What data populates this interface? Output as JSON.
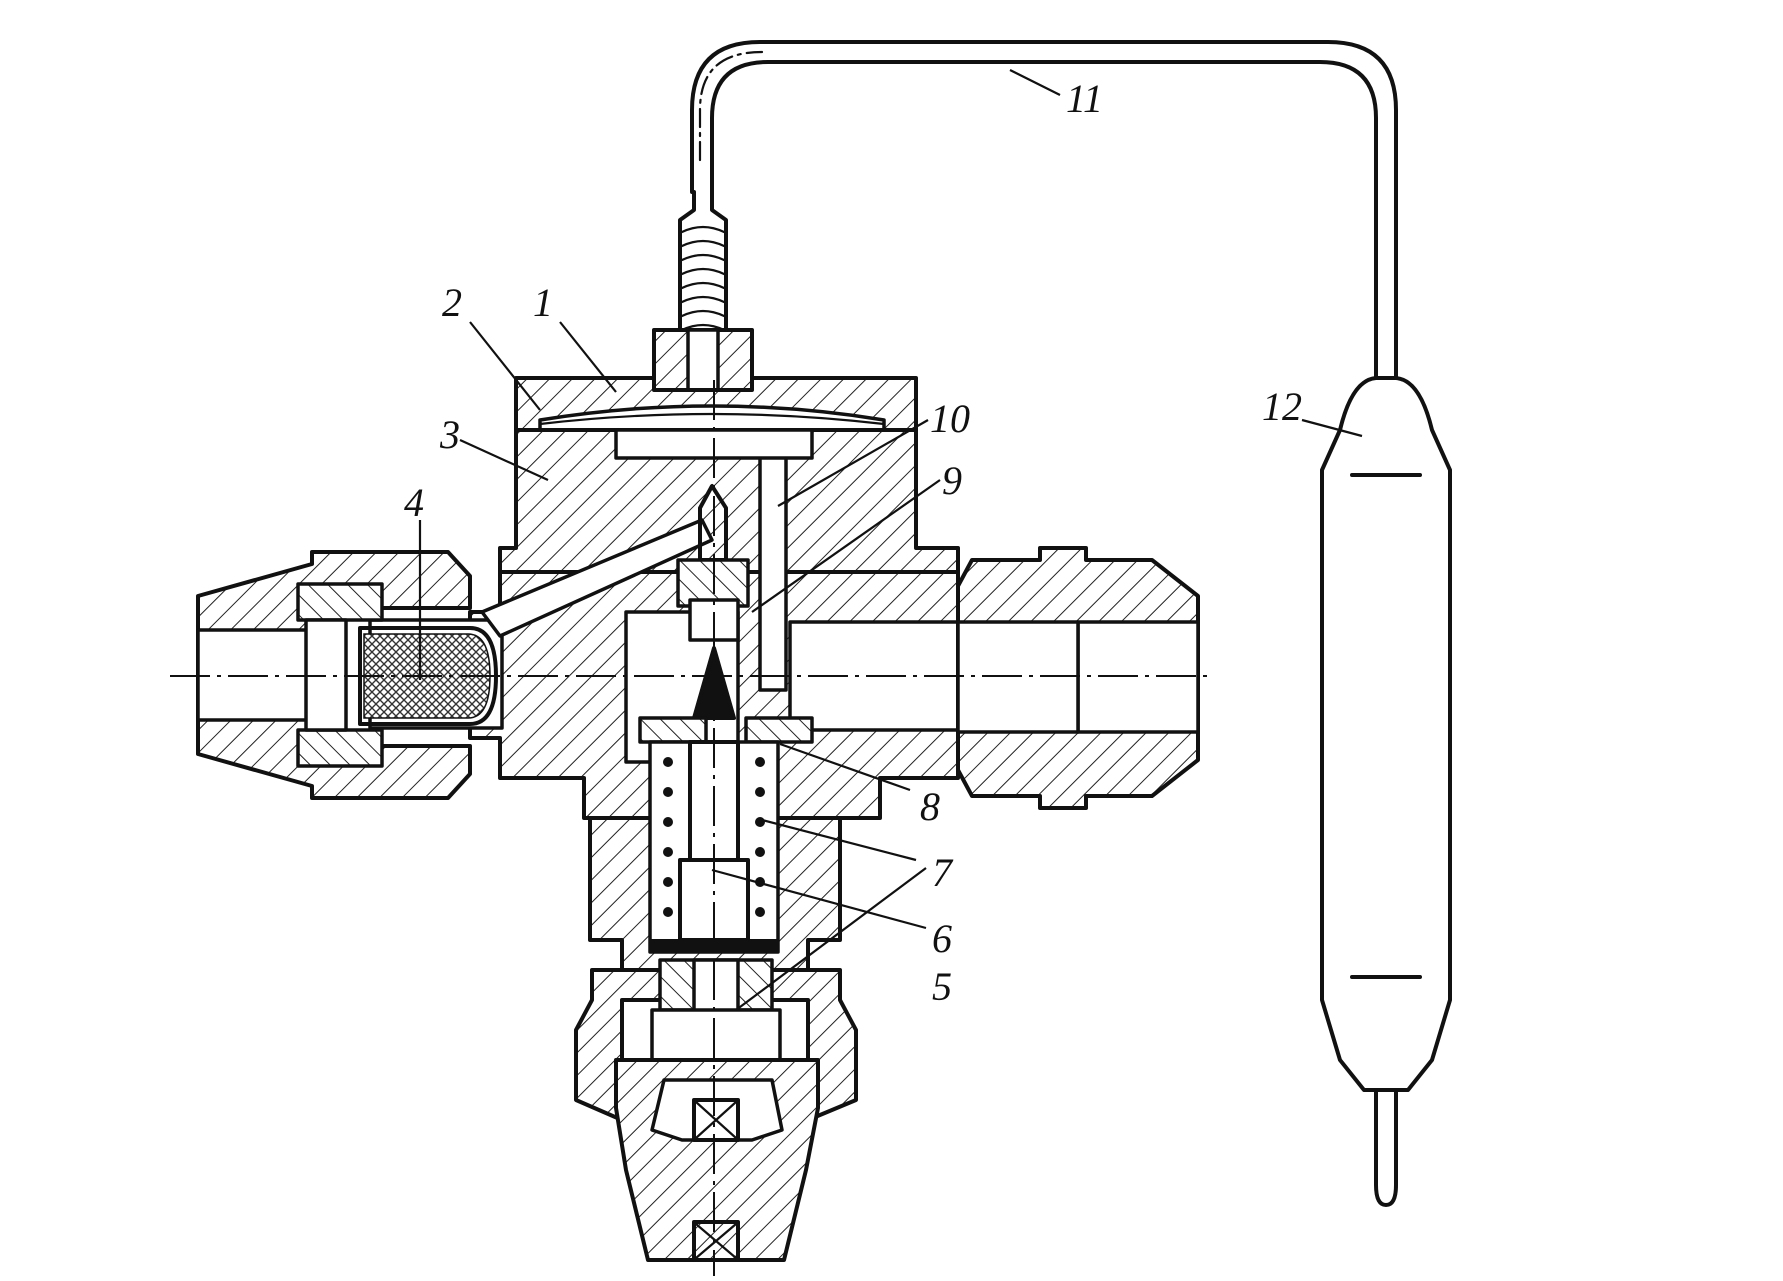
{
  "parts": [
    {
      "id": "1",
      "label": "1"
    },
    {
      "id": "2",
      "label": "2"
    },
    {
      "id": "3",
      "label": "3"
    },
    {
      "id": "4",
      "label": "4"
    },
    {
      "id": "5",
      "label": "5"
    },
    {
      "id": "6",
      "label": "6"
    },
    {
      "id": "7",
      "label": "7"
    },
    {
      "id": "8",
      "label": "8"
    },
    {
      "id": "9",
      "label": "9"
    },
    {
      "id": "10",
      "label": "10"
    },
    {
      "id": "11",
      "label": "11"
    },
    {
      "id": "12",
      "label": "12"
    }
  ]
}
